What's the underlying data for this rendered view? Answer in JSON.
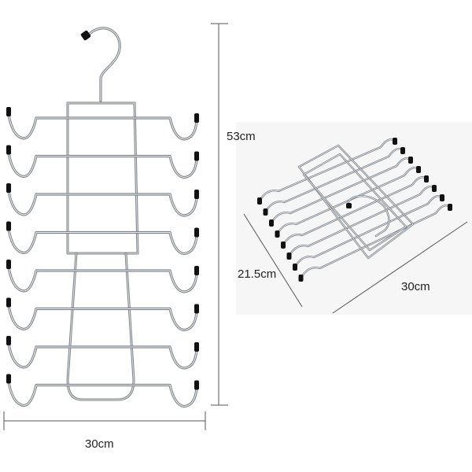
{
  "product": {
    "description": "tie hanger with eight looped bars, shown front view and folded view"
  },
  "dimensions": {
    "front_height": "53cm",
    "front_width": "30cm",
    "folded_depth": "21.5cm",
    "folded_width": "30cm"
  },
  "colors": {
    "chrome": "#b9bcc0",
    "chrome_dark": "#8a8d91",
    "chrome_light": "#eef0f2",
    "tip_black": "#111111",
    "dimension_line": "#555555",
    "panel_bg": "#f6f6f7"
  },
  "front_view": {
    "bar_count": 8
  }
}
